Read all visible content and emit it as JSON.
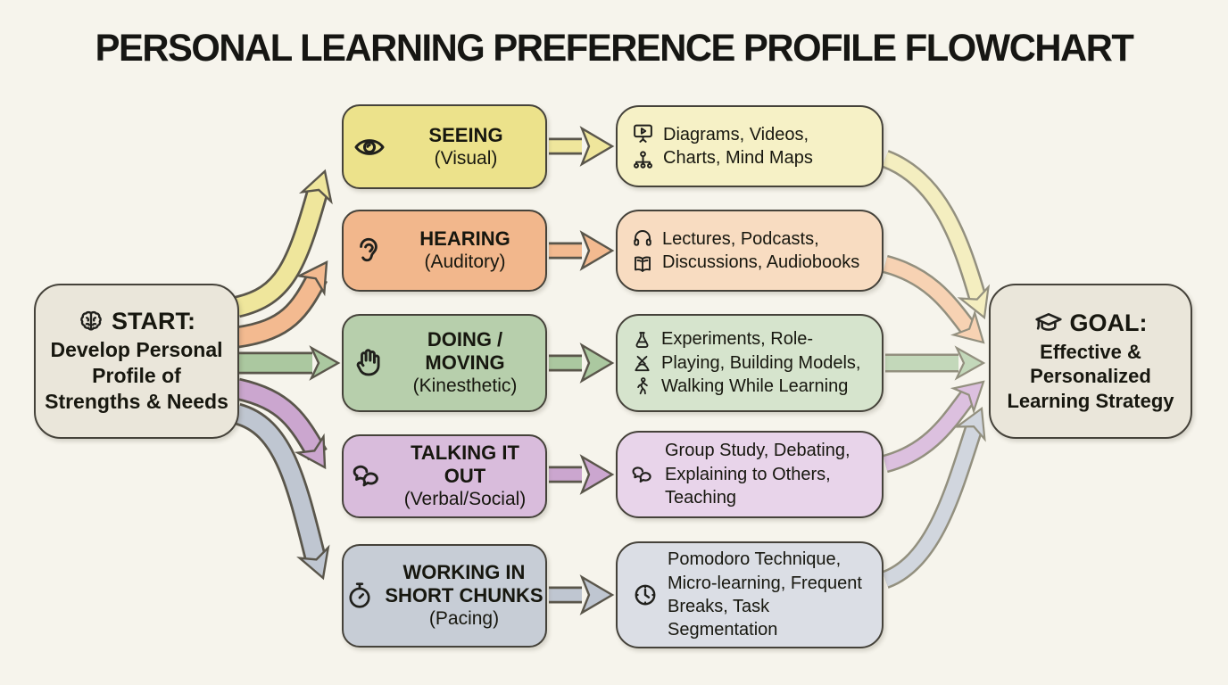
{
  "title": "PERSONAL LEARNING PREFERENCE PROFILE FLOWCHART",
  "colors": {
    "background": "#f6f4ec",
    "node_outline": "#45423a",
    "terminal_fill": "#eae6da",
    "arrow_outline": "#5a564b",
    "pale_arrow_outline": "#93907f",
    "text": "#17170f"
  },
  "start": {
    "icon": "brain-icon",
    "label": "START:",
    "description": "Develop Personal Profile of Strengths & Needs"
  },
  "goal": {
    "icon": "graduation-cap-icon",
    "label": "GOAL:",
    "description": "Effective & Personalized Learning Strategy"
  },
  "rows": [
    {
      "preference": {
        "title": "SEEING",
        "subtitle": "(Visual)",
        "icon": "eye-icon"
      },
      "methods": {
        "text": "Diagrams, Videos, Charts, Mind Maps",
        "icons": [
          "presentation-video-icon",
          "mind-map-icon"
        ]
      },
      "colors": {
        "box": "#ece28b",
        "methods_box": "#f6f1c6",
        "arrow": "#efe69c",
        "pale_arrow": "#f4eec0"
      }
    },
    {
      "preference": {
        "title": "HEARING",
        "subtitle": "(Auditory)",
        "icon": "ear-icon"
      },
      "methods": {
        "text": "Lectures, Podcasts, Discussions, Audiobooks",
        "icons": [
          "headphones-icon",
          "open-book-icon"
        ]
      },
      "colors": {
        "box": "#f2b78c",
        "methods_box": "#f8dcc1",
        "arrow": "#f3ba90",
        "pale_arrow": "#f7d2b3"
      }
    },
    {
      "preference": {
        "title": "DOING / MOVING",
        "subtitle": "(Kinesthetic)",
        "icon": "hand-icon"
      },
      "methods": {
        "text": "Experiments, Role-Playing, Building Models, Walking While Learning",
        "icons": [
          "flask-icon",
          "building-models-icon",
          "walking-person-icon"
        ]
      },
      "colors": {
        "box": "#b7cfac",
        "methods_box": "#d6e4cd",
        "arrow": "#abc8a0",
        "pale_arrow": "#c3d8ba"
      }
    },
    {
      "preference": {
        "title": "TALKING IT OUT",
        "subtitle": "(Verbal/Social)",
        "icon": "speech-bubbles-icon"
      },
      "methods": {
        "text": "Group Study, Debating, Explaining to Others, Teaching",
        "icons": [
          "speech-bubbles-icon"
        ]
      },
      "colors": {
        "box": "#d9bcdc",
        "methods_box": "#e8d4ea",
        "arrow": "#cba6cf",
        "pale_arrow": "#dcc0df"
      }
    },
    {
      "preference": {
        "title": "WORKING IN SHORT CHUNKS",
        "subtitle": "(Pacing)",
        "icon": "stopwatch-icon"
      },
      "methods": {
        "text": "Pomodoro Technique, Micro-learning, Frequent Breaks, Task Segmentation",
        "icons": [
          "clock-icon"
        ]
      },
      "colors": {
        "box": "#c7cdd6",
        "methods_box": "#dbdee5",
        "arrow": "#bfc6d1",
        "pale_arrow": "#d1d6de"
      }
    }
  ]
}
